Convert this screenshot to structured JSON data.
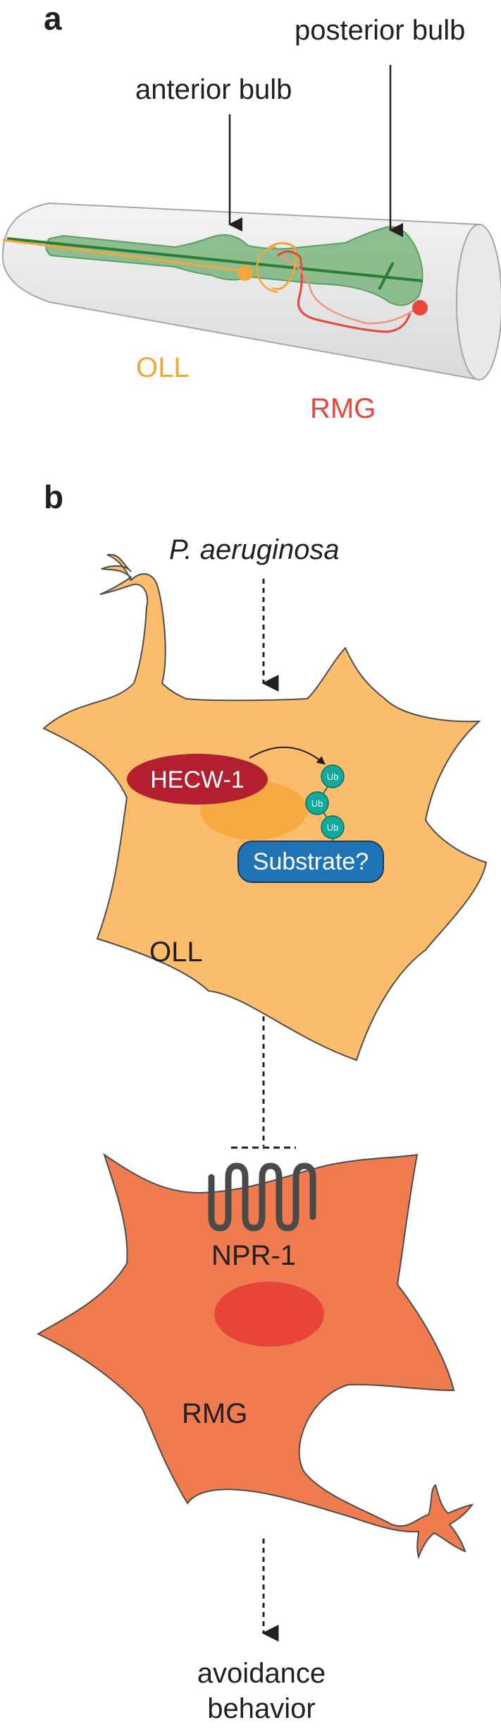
{
  "panel_a": {
    "letter": "a",
    "labels": {
      "anterior_bulb": "anterior bulb",
      "posterior_bulb": "posterior bulb",
      "oll": "OLL",
      "rmg": "RMG"
    }
  },
  "panel_b": {
    "letter": "b",
    "stimulus": "P. aeruginosa",
    "oll_cell": {
      "enzyme": "HECW-1",
      "substrate": "Substrate?",
      "ubiquitin": [
        "Ub",
        "Ub",
        "Ub"
      ],
      "name": "OLL"
    },
    "rmg_cell": {
      "receptor": "NPR-1",
      "name": "RMG"
    },
    "output_line1": "avoidance",
    "output_line2": "behavior"
  },
  "colors": {
    "oll": "#f5a63a",
    "oll_cell_fill": "#fbbd6b",
    "rmg": "#e8473b",
    "rmg_cell_fill": "#f07b4e",
    "pharynx": "#3f9a48",
    "hecw1": "#b41f30",
    "substrate": "#1f73b7",
    "ubiquitin": "#12a99a"
  }
}
